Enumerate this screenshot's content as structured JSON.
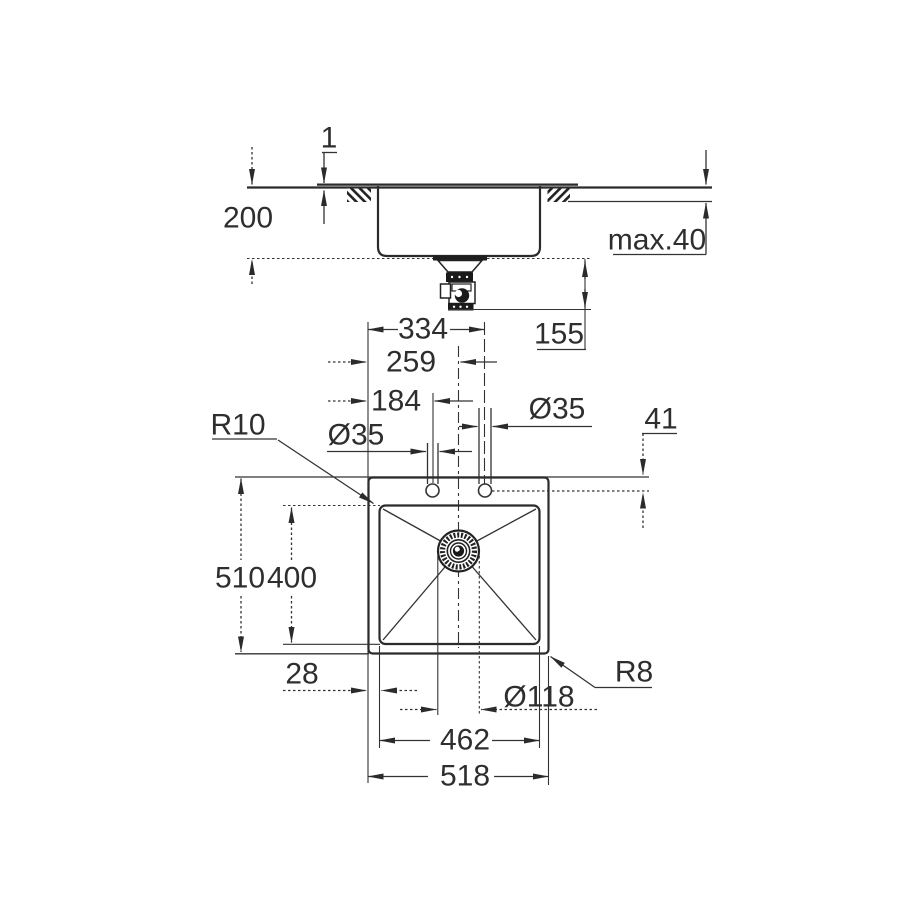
{
  "page": {
    "background": "#ffffff",
    "line_color": "#333333"
  },
  "section_view": {
    "rim_height": "1",
    "bowl_depth": "200",
    "countertop_thickness": "max.40",
    "drain_clearance": "155"
  },
  "tap_dimensions": {
    "right_hole_offset": "334",
    "centre_offset": "259",
    "left_hole_offset": "184",
    "left_hole_diameter": "Ø35",
    "right_hole_diameter": "Ø35",
    "deck_setback": "41"
  },
  "plan_view": {
    "overall_length": "510",
    "bowl_length": "400",
    "bowl_corner_radius": "R10",
    "outer_corner_radius": "R8",
    "edge_inset": "28",
    "drain_diameter": "Ø118",
    "bowl_width": "462",
    "overall_width": "518"
  }
}
